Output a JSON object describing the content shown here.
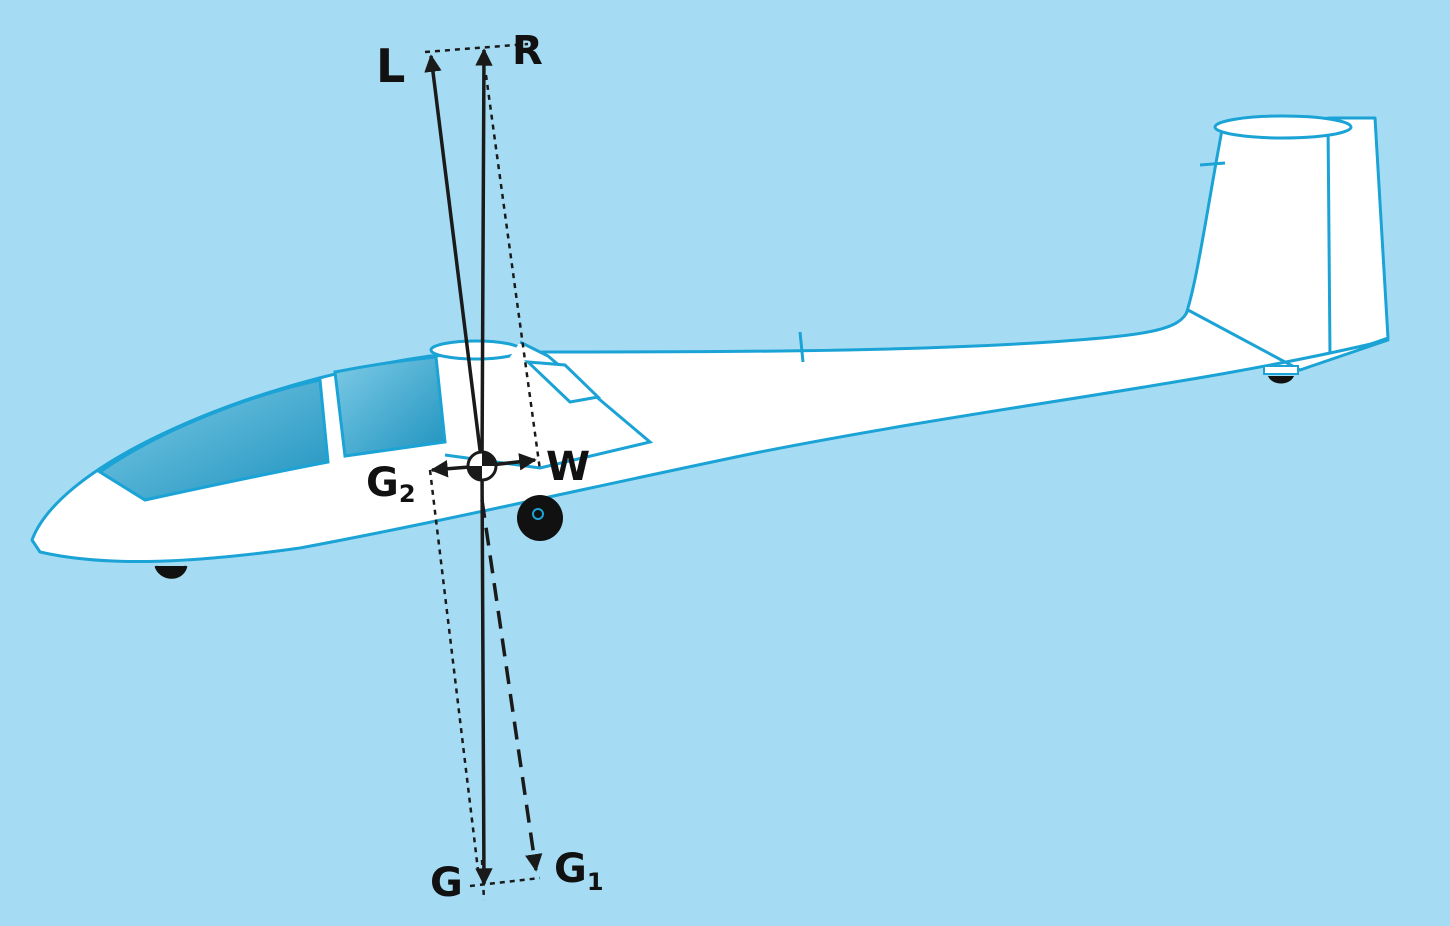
{
  "diagram": {
    "labels": {
      "lift": "L",
      "resultant": "R",
      "drag": "W",
      "weight": "G",
      "weight_component_1": "G",
      "weight_component_1_sub": "1",
      "weight_component_2": "G",
      "weight_component_2_sub": "2"
    },
    "colors": {
      "sky": "#a6dcf3",
      "glider_body": "#ffffff",
      "glider_outline": "#1ba3d6",
      "canopy": "#3aa9d0",
      "force_vectors": "#1a1a1a"
    }
  }
}
